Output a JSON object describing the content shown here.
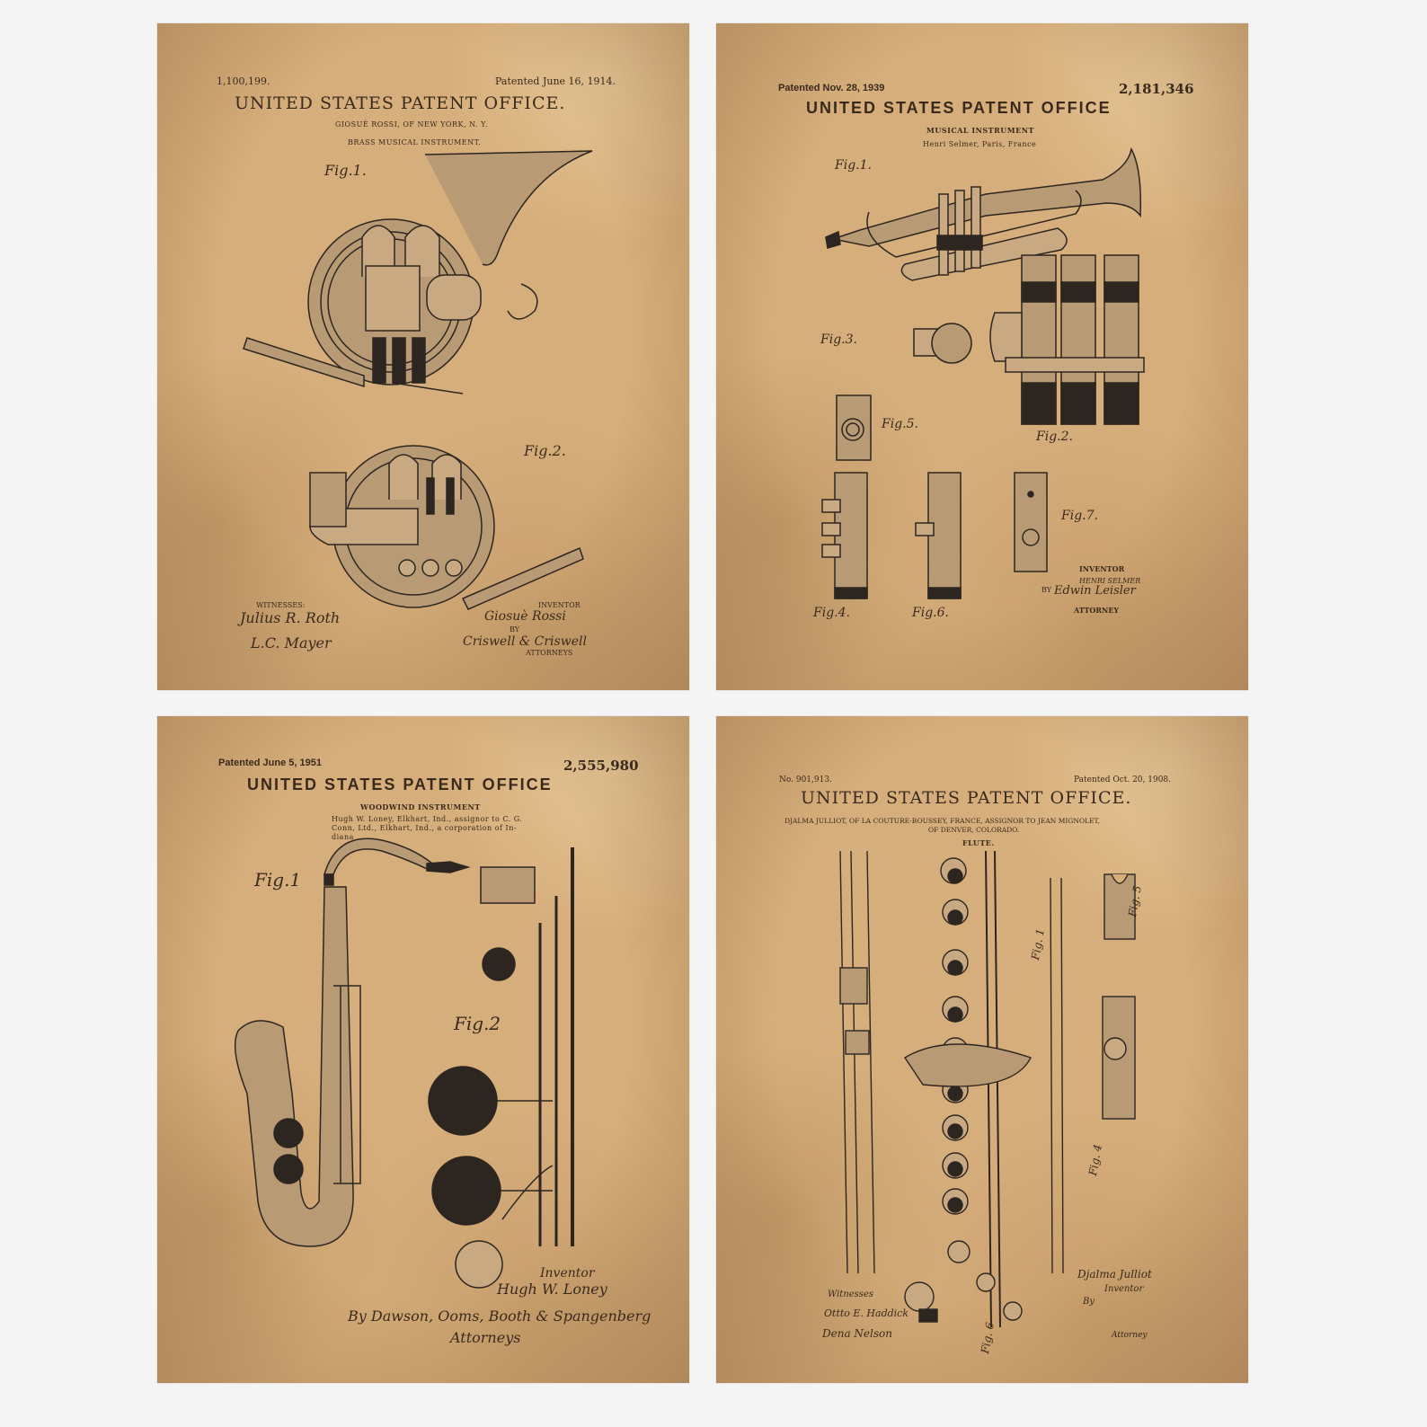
{
  "poster1": {
    "number": "1,100,199.",
    "date": "Patented June 16, 1914.",
    "office": "UNITED STATES PATENT OFFICE.",
    "inventor_line": "GIOSUÈ ROSSI, OF NEW YORK, N. Y.",
    "title": "BRASS MUSICAL INSTRUMENT.",
    "fig1": "Fig.1.",
    "fig2": "Fig.2.",
    "witnesses_label": "WITNESSES:",
    "inventor_label": "INVENTOR",
    "by": "BY",
    "attorneys": "ATTORNEYS",
    "sig_witness1": "Julius R. Roth",
    "sig_witness2": "L.C. Mayer",
    "sig_inventor": "Giosuè Rossi",
    "sig_attorney": "Criswell & Criswell"
  },
  "poster2": {
    "date": "Patented Nov. 28, 1939",
    "number": "2,181,346",
    "office": "UNITED STATES PATENT OFFICE",
    "title": "MUSICAL INSTRUMENT",
    "inventor_line": "Henri Selmer, Paris, France",
    "fig1": "Fig.1.",
    "fig3": "Fig.3.",
    "fig5": "Fig.5.",
    "fig2": "Fig.2.",
    "fig7": "Fig.7.",
    "fig4": "Fig.4.",
    "fig6": "Fig.6.",
    "inventor_label": "INVENTOR",
    "inventor_name": "HENRI SELMER",
    "by": "BY",
    "attorney_label": "ATTORNEY",
    "sig_attorney": "Edwin Leisler"
  },
  "poster3": {
    "date": "Patented June 5, 1951",
    "number": "2,555,980",
    "office": "UNITED STATES PATENT OFFICE",
    "title": "WOODWIND INSTRUMENT",
    "inventor_line1": "Hugh W. Loney, Elkhart, Ind., assignor to C. G.",
    "inventor_line2": "Conn, Ltd., Elkhart, Ind., a corporation of In-",
    "inventor_line3": "diana",
    "fig1": "Fig.1",
    "fig2": "Fig.2",
    "inventor_label": "Inventor",
    "sig_inventor": "Hugh W. Loney",
    "sig_attorneys": "By Dawson, Ooms, Booth & Spangenberg",
    "attorneys": "Attorneys"
  },
  "poster4": {
    "number": "No. 901,913.",
    "date": "Patented Oct. 20, 1908.",
    "office": "UNITED STATES PATENT OFFICE.",
    "inventor_line1": "DJALMA JULLIOT, OF LA COUTURE-BOUSSEY, FRANCE, ASSIGNOR TO JEAN MIGNOLET,",
    "inventor_line2": "OF DENVER, COLORADO.",
    "title": "FLUTE.",
    "fig1": "Fig. 1",
    "fig5": "Fig. 5",
    "fig4": "Fig. 4",
    "fig6": "Fig. 6",
    "witnesses_label": "Witnesses",
    "sig_witness1": "Ottto E. Haddick",
    "sig_witness2": "Dena Nelson",
    "sig_inventor": "Djalma Julliot",
    "inventor_label": "Inventor",
    "by": "By",
    "attorney_label": "Attorney"
  },
  "colors": {
    "paper": "#d6ae7b",
    "ink": "#2d2620",
    "fill": "#b89a74"
  }
}
